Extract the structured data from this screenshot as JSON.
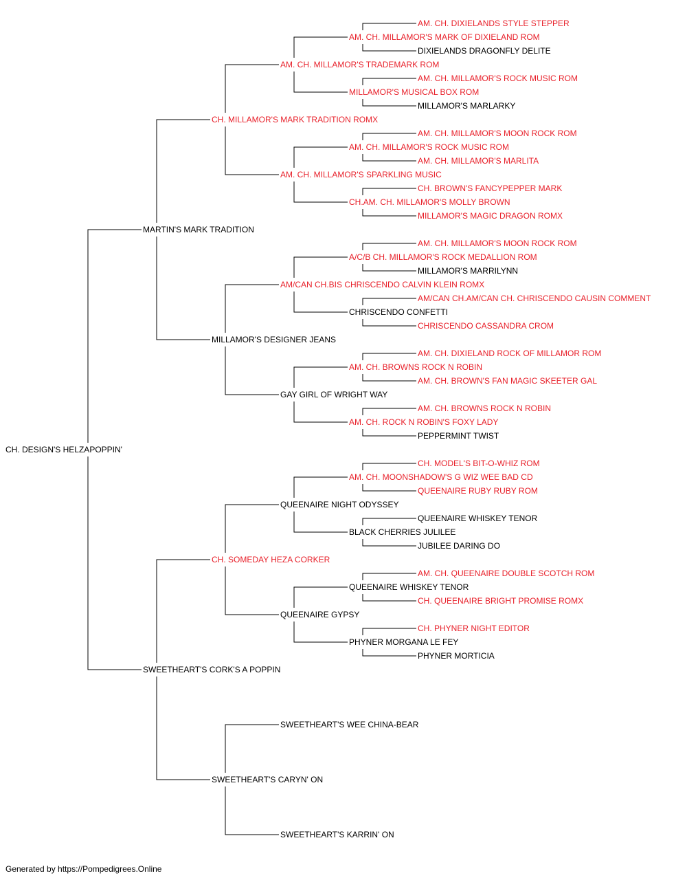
{
  "colors": {
    "champion": "#e8202a",
    "regular": "#000000",
    "line": "#000000"
  },
  "root": {
    "name": "CH. DESIGN'S HELZAPOPPIN'",
    "champion": false,
    "sire": {
      "name": "MARTIN'S MARK TRADITION",
      "champion": false,
      "sire": {
        "name": "CH. MILLAMOR'S MARK TRADITION ROMX",
        "champion": true,
        "sire": {
          "name": "AM. CH. MILLAMOR'S TRADEMARK ROM",
          "champion": true,
          "sire": {
            "name": "AM. CH. MILLAMOR'S MARK OF DIXIELAND ROM",
            "champion": true,
            "sire": {
              "name": "AM. CH. DIXIELANDS STYLE STEPPER",
              "champion": true
            },
            "dam": {
              "name": "DIXIELANDS DRAGONFLY DELITE",
              "champion": false
            }
          },
          "dam": {
            "name": "MILLAMOR'S MUSICAL BOX ROM",
            "champion": true,
            "sire": {
              "name": "AM. CH. MILLAMOR'S ROCK MUSIC ROM",
              "champion": true
            },
            "dam": {
              "name": "MILLAMOR'S MARLARKY",
              "champion": false
            }
          }
        },
        "dam": {
          "name": "AM. CH. MILLAMOR'S SPARKLING MUSIC",
          "champion": true,
          "sire": {
            "name": "AM. CH. MILLAMOR'S ROCK MUSIC ROM",
            "champion": true,
            "sire": {
              "name": "AM. CH. MILLAMOR'S MOON ROCK ROM",
              "champion": true
            },
            "dam": {
              "name": "AM. CH. MILLAMOR'S MARLITA",
              "champion": true
            }
          },
          "dam": {
            "name": "CH.AM. CH. MILLAMOR'S MOLLY BROWN",
            "champion": true,
            "sire": {
              "name": "CH. BROWN'S FANCYPEPPER MARK",
              "champion": true
            },
            "dam": {
              "name": "MILLAMOR'S MAGIC DRAGON ROMX",
              "champion": true
            }
          }
        }
      },
      "dam": {
        "name": "MILLAMOR'S DESIGNER JEANS",
        "champion": false,
        "sire": {
          "name": "AM/CAN CH.BIS CHRISCENDO CALVIN KLEIN ROMX",
          "champion": true,
          "sire": {
            "name": "A/C/B CH. MILLAMOR'S ROCK MEDALLION ROM",
            "champion": true,
            "sire": {
              "name": "AM. CH. MILLAMOR'S MOON ROCK ROM",
              "champion": true
            },
            "dam": {
              "name": "MILLAMOR'S MARRILYNN",
              "champion": false
            }
          },
          "dam": {
            "name": "CHRISCENDO CONFETTI",
            "champion": false,
            "sire": {
              "name": "AM/CAN CH.AM/CAN CH. CHRISCENDO CAUSIN COMMENT",
              "champion": true
            },
            "dam": {
              "name": "CHRISCENDO CASSANDRA CROM",
              "champion": true
            }
          }
        },
        "dam": {
          "name": "GAY GIRL OF WRIGHT WAY",
          "champion": false,
          "sire": {
            "name": "AM. CH. BROWNS ROCK N ROBIN",
            "champion": true,
            "sire": {
              "name": "AM. CH. DIXIELAND ROCK OF MILLAMOR ROM",
              "champion": true
            },
            "dam": {
              "name": "AM. CH. BROWN'S FAN MAGIC SKEETER GAL",
              "champion": true
            }
          },
          "dam": {
            "name": "AM. CH. ROCK N ROBIN'S FOXY LADY",
            "champion": true,
            "sire": {
              "name": "AM. CH. BROWNS ROCK N ROBIN",
              "champion": true
            },
            "dam": {
              "name": "PEPPERMINT TWIST",
              "champion": false
            }
          }
        }
      }
    },
    "dam": {
      "name": "SWEETHEART'S CORK'S A POPPIN",
      "champion": false,
      "sire": {
        "name": "CH. SOMEDAY HEZA CORKER",
        "champion": true,
        "sire": {
          "name": "QUEENAIRE NIGHT ODYSSEY",
          "champion": false,
          "sire": {
            "name": "AM. CH. MOONSHADOW'S G WIZ WEE BAD CD",
            "champion": true,
            "sire": {
              "name": "CH. MODEL'S BIT-O-WHIZ ROM",
              "champion": true
            },
            "dam": {
              "name": "QUEENAIRE RUBY RUBY ROM",
              "champion": true
            }
          },
          "dam": {
            "name": "BLACK CHERRIES JULILEE",
            "champion": false,
            "sire": {
              "name": "QUEENAIRE WHISKEY TENOR",
              "champion": false
            },
            "dam": {
              "name": "JUBILEE DARING DO",
              "champion": false
            }
          }
        },
        "dam": {
          "name": "QUEENAIRE GYPSY",
          "champion": false,
          "sire": {
            "name": "QUEENAIRE WHISKEY TENOR",
            "champion": false,
            "sire": {
              "name": "AM. CH. QUEENAIRE DOUBLE SCOTCH ROM",
              "champion": true
            },
            "dam": {
              "name": "CH. QUEENAIRE BRIGHT PROMISE ROMX",
              "champion": true
            }
          },
          "dam": {
            "name": "PHYNER MORGANA LE FEY",
            "champion": false,
            "sire": {
              "name": "CH. PHYNER NIGHT EDITOR",
              "champion": true
            },
            "dam": {
              "name": "PHYNER MORTICIA",
              "champion": false
            }
          }
        }
      },
      "dam": {
        "name": "SWEETHEART'S CARYN' ON",
        "champion": false,
        "sire": {
          "name": "SWEETHEART'S WEE CHINA-BEAR",
          "champion": false
        },
        "dam": {
          "name": "SWEETHEART'S KARRIN' ON",
          "champion": false
        }
      }
    }
  },
  "footer": {
    "text": "Generated by https://Pompedigrees.Online"
  }
}
